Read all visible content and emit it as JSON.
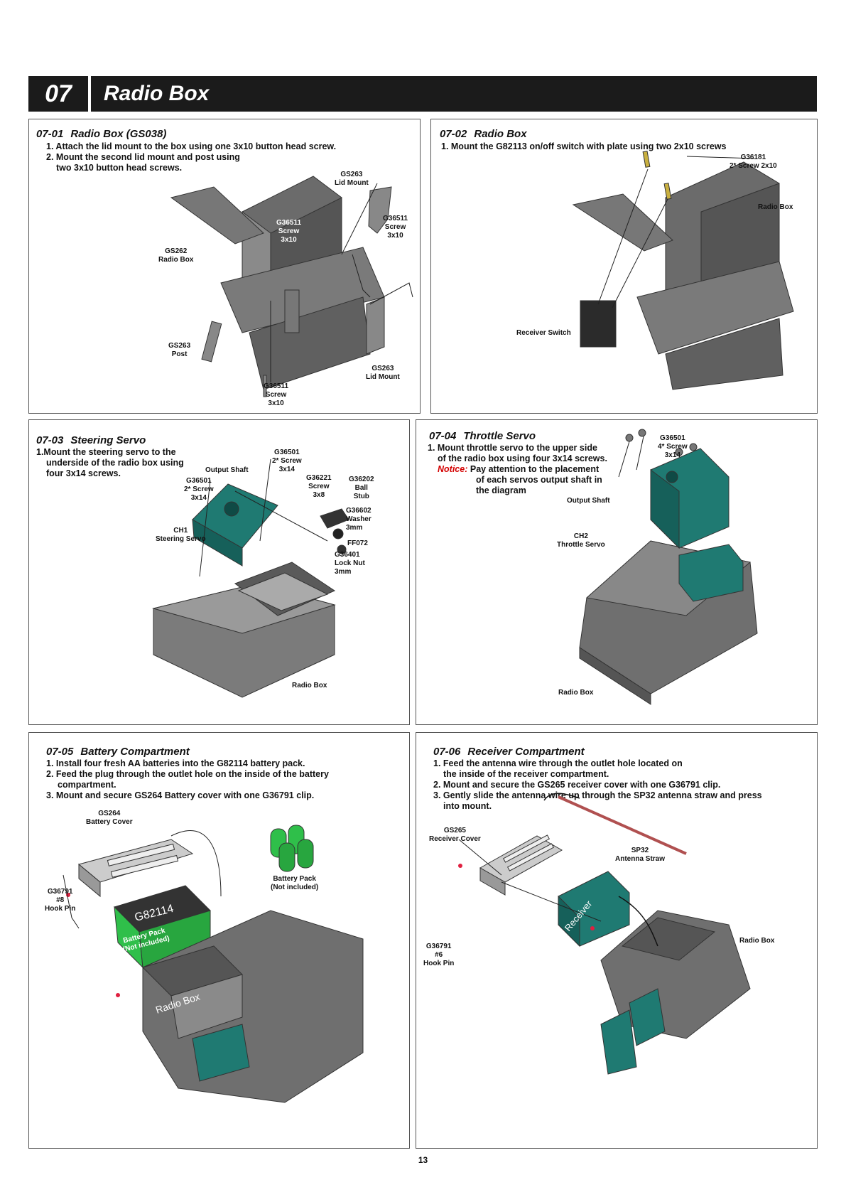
{
  "header": {
    "number": "07",
    "title": "Radio Box"
  },
  "panels": {
    "p1": {
      "num": "07-01",
      "title": "Radio Box (GS038)",
      "steps": [
        "1. Attach the lid mount to the box using one 3x10 button head screw.",
        "2. Mount the second lid mount and post using",
        "two 3x10 button head screws."
      ],
      "labels": {
        "lid_mount_top": "GS263\nLid Mount",
        "screw_center": "G36511\nScrew\n3x10",
        "screw_right": "G36511\nScrew\n3x10",
        "radio_box": "GS262\nRadio Box",
        "post": "GS263\nPost",
        "screw_bottom": "G36511\nScrew\n3x10",
        "lid_mount_bottom": "GS263\nLid Mount"
      }
    },
    "p2": {
      "num": "07-02",
      "title": "Radio Box",
      "steps": [
        "1. Mount the G82113 on/off switch with plate using two 2x10 screws"
      ],
      "labels": {
        "screw": "G36181\n2* Screw 2x10",
        "radio_box": "Radio Box",
        "receiver_switch": "Receiver Switch"
      }
    },
    "p3": {
      "num": "07-03",
      "title": "Steering Servo",
      "steps": [
        "1.Mount the steering servo to the",
        "underside of the radio box using",
        "four 3x14 screws."
      ],
      "labels": {
        "screw_top": "G36501\n2* Screw\n3x14",
        "output_shaft": "Output Shaft",
        "screw_left": "G36501\n2* Screw\n3x14",
        "screw_3x8": "G36221\nScrew\n3x8",
        "ball_stub": "G36202\nBall\nStub",
        "washer": "G36602\nWasher\n3mm",
        "ff072": "FF072",
        "lock_nut": "G36401\nLock Nut\n3mm",
        "servo": "CH1\nSteering Servo",
        "radio_box": "Radio Box"
      }
    },
    "p4": {
      "num": "07-04",
      "title": "Throttle Servo",
      "steps": [
        "1. Mount throttle servo to the upper side",
        "of the radio box using four 3x14 screws."
      ],
      "notice_label": "Notice:",
      "notice_lines": [
        "Pay attention to the placement",
        "of each servos output shaft in",
        "the diagram"
      ],
      "labels": {
        "screw": "G36501\n4* Screw\n3x14",
        "output_shaft": "Output Shaft",
        "servo": "CH2\nThrottle Servo",
        "radio_box": "Radio Box"
      }
    },
    "p5": {
      "num": "07-05",
      "title": "Battery Compartment",
      "steps": [
        "1. Install four fresh AA batteries into the G82114 battery pack.",
        "2. Feed the plug through the outlet hole on the inside of the battery",
        "compartment.",
        "3. Mount and secure GS264 Battery cover with one G36791 clip."
      ],
      "labels": {
        "battery_cover": "GS264\nBattery Cover",
        "battery_pack": "Battery Pack\n(Not included)",
        "hook_pin": "G36791\n#8\nHook Pin",
        "pack_code": "G82114",
        "pack_text": "Battery Pack\n(Not included)",
        "radio_box": "Radio Box"
      }
    },
    "p6": {
      "num": "07-06",
      "title": "Receiver Compartment",
      "steps": [
        "1. Feed the antenna wire through the outlet hole located on",
        "the inside of the receiver compartment.",
        "2. Mount and secure the GS265 receiver cover with one G36791 clip.",
        "3. Gently slide the antenna wire up through the SP32 antenna straw and press",
        "into mount."
      ],
      "labels": {
        "receiver_cover": "GS265\nReceiver Cover",
        "antenna_straw": "SP32\nAntenna Straw",
        "radio_box": "Radio Box",
        "hook_pin": "G36791\n#6\nHook Pin",
        "receiver": "Receiver"
      }
    }
  },
  "page_number": "13",
  "colors": {
    "servo": "#1f7a72",
    "battery": "#2fbf4a",
    "box": "#6a6a6a",
    "header": "#1b1b1b",
    "notice": "#d40000"
  }
}
